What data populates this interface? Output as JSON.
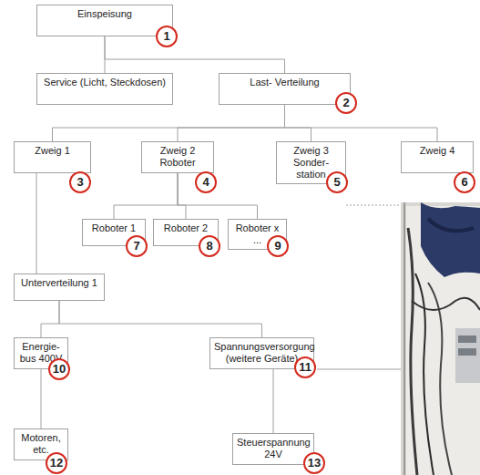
{
  "diagram": {
    "nodes": [
      {
        "text": [
          "Einspeisung"
        ]
      },
      {
        "text": [
          "Service (Licht, Steckdosen)"
        ]
      },
      {
        "text": [
          "Last- Verteilung"
        ]
      },
      {
        "text": [
          "Zweig 1"
        ]
      },
      {
        "text": [
          "Zweig 2 Roboter"
        ]
      },
      {
        "text": [
          "Zweig 3 Sonder- station"
        ]
      },
      {
        "text": [
          "Zweig 4"
        ]
      },
      {
        "text": [
          "Roboter 1"
        ]
      },
      {
        "text": [
          "Roboter 2"
        ]
      },
      {
        "text": [
          "Roboter x ..."
        ]
      },
      {
        "text": [
          "Unterverteilung 1"
        ]
      },
      {
        "text": [
          "Energie- bus 400V"
        ]
      },
      {
        "text": [
          "Spannungsversorgung (weitere Geräte)"
        ]
      },
      {
        "text": [
          "Motoren, etc."
        ]
      },
      {
        "text": [
          "Steuerspannung 24V"
        ]
      }
    ],
    "edges": [
      {
        "from": 0,
        "to": 1,
        "arrow": "none"
      },
      {
        "from": 0,
        "to": 2,
        "arrow": "none"
      },
      {
        "from": 2,
        "to": 3,
        "arrow": "none"
      },
      {
        "from": 2,
        "to": 4,
        "arrow": "none"
      },
      {
        "from": 2,
        "to": 5,
        "arrow": "none"
      },
      {
        "from": 2,
        "to": 6,
        "arrow": "none"
      },
      {
        "from": 4,
        "to": 7,
        "arrow": "none"
      },
      {
        "from": 4,
        "to": 8,
        "arrow": "none"
      },
      {
        "from": 4,
        "to": 9,
        "arrow": "none"
      },
      {
        "from": 3,
        "to": 10,
        "arrow": "none"
      },
      {
        "from": 10,
        "to": 11,
        "arrow": "none"
      },
      {
        "from": 10,
        "to": 12,
        "arrow": "none"
      },
      {
        "from": 11,
        "to": 13,
        "arrow": "none"
      },
      {
        "from": 12,
        "to": 14,
        "arrow": "none"
      }
    ],
    "labels": [
      "1",
      "2",
      "3",
      "4",
      "5",
      "6",
      "7",
      "8",
      "9",
      "10",
      "11",
      "12",
      "13"
    ]
  }
}
